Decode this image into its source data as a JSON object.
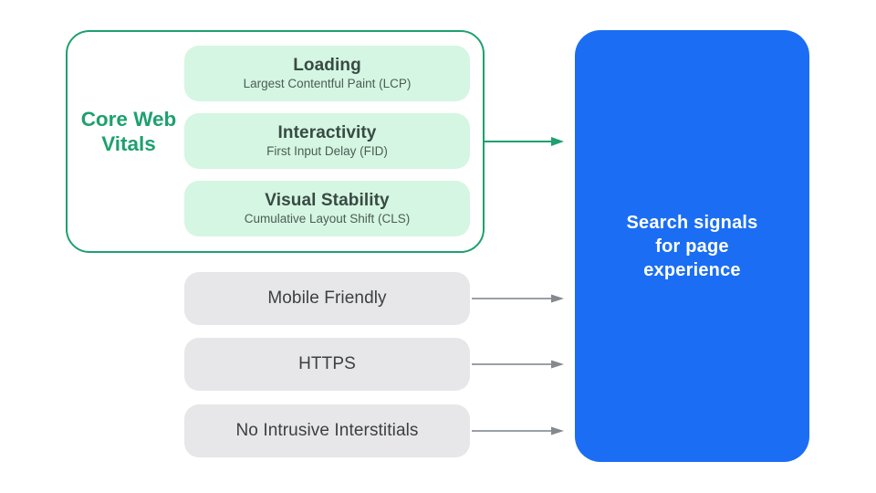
{
  "colors": {
    "green": "#1ea06f",
    "green_light": "#d4f6e2",
    "gray_light": "#e7e7e9",
    "blue": "#1b6ef3",
    "text_dark": "#3c4043",
    "pill_title_dark": "#394a43",
    "arrow_gray": "#9aa0a6",
    "background": "#ffffff"
  },
  "core_web_vitals": {
    "label": "Core Web Vitals",
    "items": [
      {
        "title": "Loading",
        "subtitle": "Largest Contentful Paint (LCP)"
      },
      {
        "title": "Interactivity",
        "subtitle": "First Input Delay (FID)"
      },
      {
        "title": "Visual Stability",
        "subtitle": "Cumulative Layout Shift (CLS)"
      }
    ]
  },
  "other_signals": [
    {
      "label": "Mobile Friendly"
    },
    {
      "label": "HTTPS"
    },
    {
      "label": "No Intrusive Interstitials"
    }
  ],
  "result_box": {
    "lines": [
      "Search signals",
      "for page",
      "experience"
    ]
  },
  "icons": {
    "green_arrow": "arrow-right-icon",
    "gray_arrows": [
      "arrow-right-icon",
      "arrow-right-icon",
      "arrow-right-icon"
    ]
  }
}
